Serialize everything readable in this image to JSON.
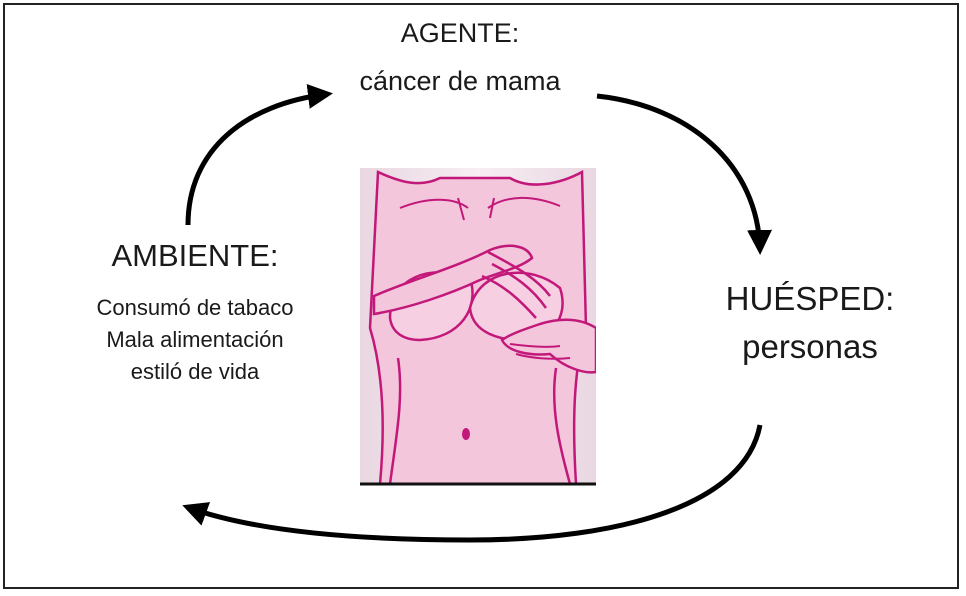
{
  "agent": {
    "title": "AGENTE:",
    "value": "cáncer de mama"
  },
  "environment": {
    "title": "AMBIENTE:",
    "items": [
      "Consumó de tabaco",
      "Mala alimentación",
      "estiló de vida"
    ]
  },
  "host": {
    "title": "HUÉSPED:",
    "value": "personas"
  },
  "illustration": {
    "icon": "breast-self-exam-illustration",
    "colors": {
      "skin": "#f4c6dc",
      "outline": "#c2187a",
      "background": "#f1e4ec"
    }
  },
  "arrows": {
    "color": "#000000"
  }
}
